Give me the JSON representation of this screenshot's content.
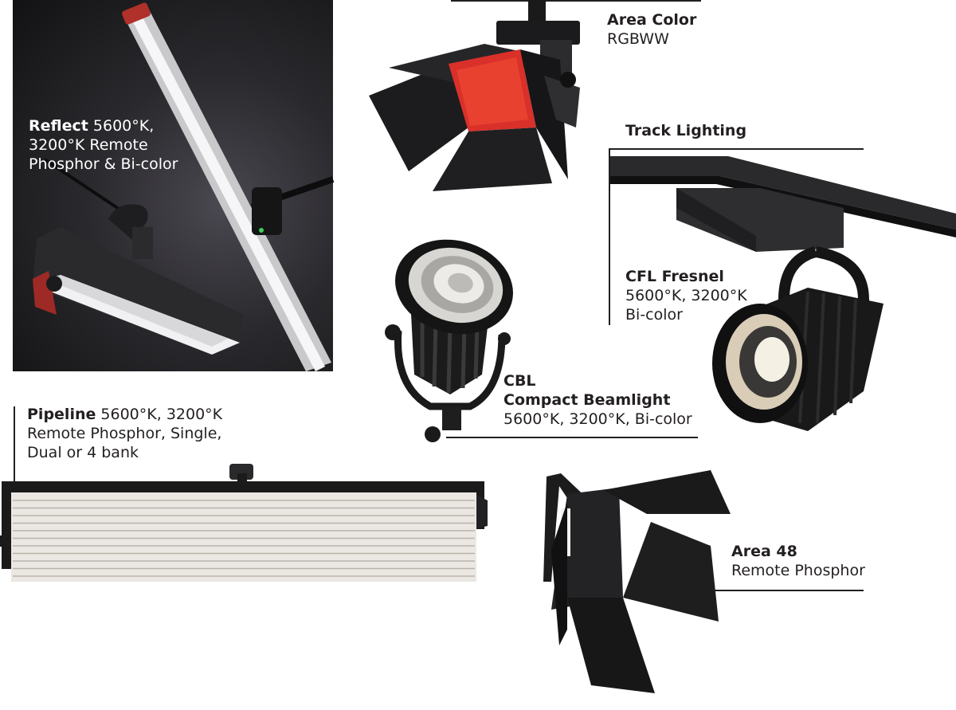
{
  "products": {
    "reflect": {
      "name": "Reflect",
      "spec_line1": "5600°K,",
      "spec_line2": "3200°K Remote",
      "spec_line3": "Phosphor & Bi-color"
    },
    "area_color": {
      "name": "Area Color",
      "spec_line1": "RGBWW"
    },
    "track_lighting": {
      "name": "Track Lighting"
    },
    "cfl_fresnel": {
      "name": "CFL Fresnel",
      "spec_line1": "5600°K, 3200°K",
      "spec_line2": "Bi-color"
    },
    "cbl": {
      "name": "CBL",
      "name_line2": "Compact Beamlight",
      "spec_line1": "5600°K, 3200°K, Bi-color"
    },
    "pipeline": {
      "name": "Pipeline",
      "spec_line1": "5600°K, 3200°K",
      "spec_line2": "Remote Phosphor, Single,",
      "spec_line3": "Dual or 4 bank"
    },
    "area_48": {
      "name": "Area 48",
      "spec_line1": "Remote Phosphor"
    }
  },
  "colors": {
    "text": "#231f20",
    "photo_bg": "#1c1b1d",
    "fixture_black": "#1a1a1a",
    "red_panel": "#d9302a",
    "tube_white": "#f4f2ee"
  }
}
